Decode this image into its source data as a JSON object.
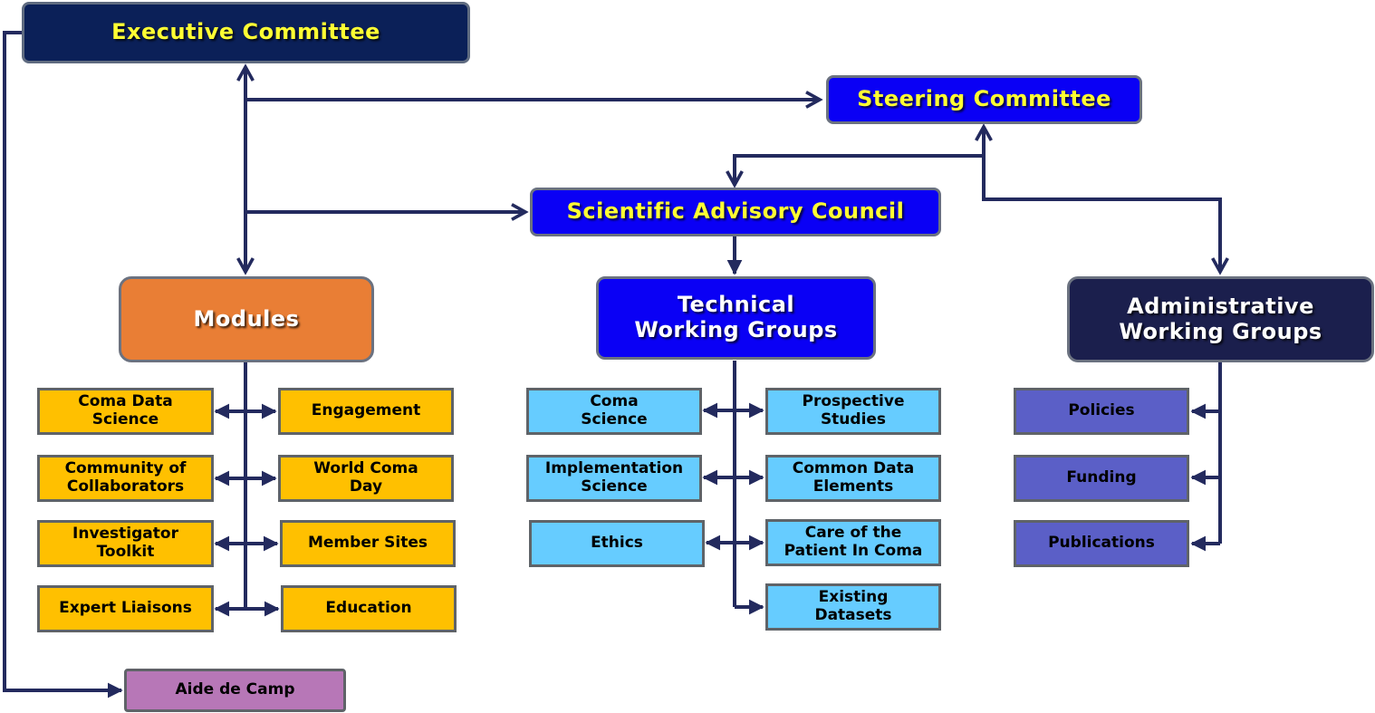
{
  "colors": {
    "line": "#232a5e",
    "executive": "#0b2058",
    "steering": "#0a00f5",
    "scientific": "#0a00f5",
    "modules": "#e97e35",
    "technical": "#0a00f5",
    "administrative": "#1b1f4d",
    "module_item": "#ffc000",
    "technical_item": "#66ccff",
    "admin_item": "#5b5fc7",
    "aide": "#b777b7"
  },
  "top": {
    "executive": "Executive Committee",
    "steering": "Steering Committee",
    "scientific": "Scientific Advisory Council"
  },
  "groups": {
    "modules": "Modules",
    "technical": [
      "Technical",
      "Working Groups"
    ],
    "administrative": [
      "Administrative",
      "Working Groups"
    ]
  },
  "modules": {
    "left": [
      [
        "Coma Data",
        "Science"
      ],
      [
        "Community of",
        "Collaborators"
      ],
      [
        "Investigator",
        "Toolkit"
      ],
      [
        "Expert Liaisons"
      ]
    ],
    "right": [
      [
        "Engagement"
      ],
      [
        "World Coma",
        "Day"
      ],
      [
        "Member Sites"
      ],
      [
        "Education"
      ]
    ]
  },
  "technical": {
    "left": [
      [
        "Coma",
        "Science"
      ],
      [
        "Implementation",
        "Science"
      ],
      [
        "Ethics"
      ]
    ],
    "right": [
      [
        "Prospective",
        "Studies"
      ],
      [
        "Common Data",
        "Elements"
      ],
      [
        "Care of the",
        "Patient In Coma"
      ],
      [
        "Existing",
        "Datasets"
      ]
    ]
  },
  "administrative": {
    "items": [
      "Policies",
      "Funding",
      "Publications"
    ]
  },
  "aide": "Aide de Camp"
}
